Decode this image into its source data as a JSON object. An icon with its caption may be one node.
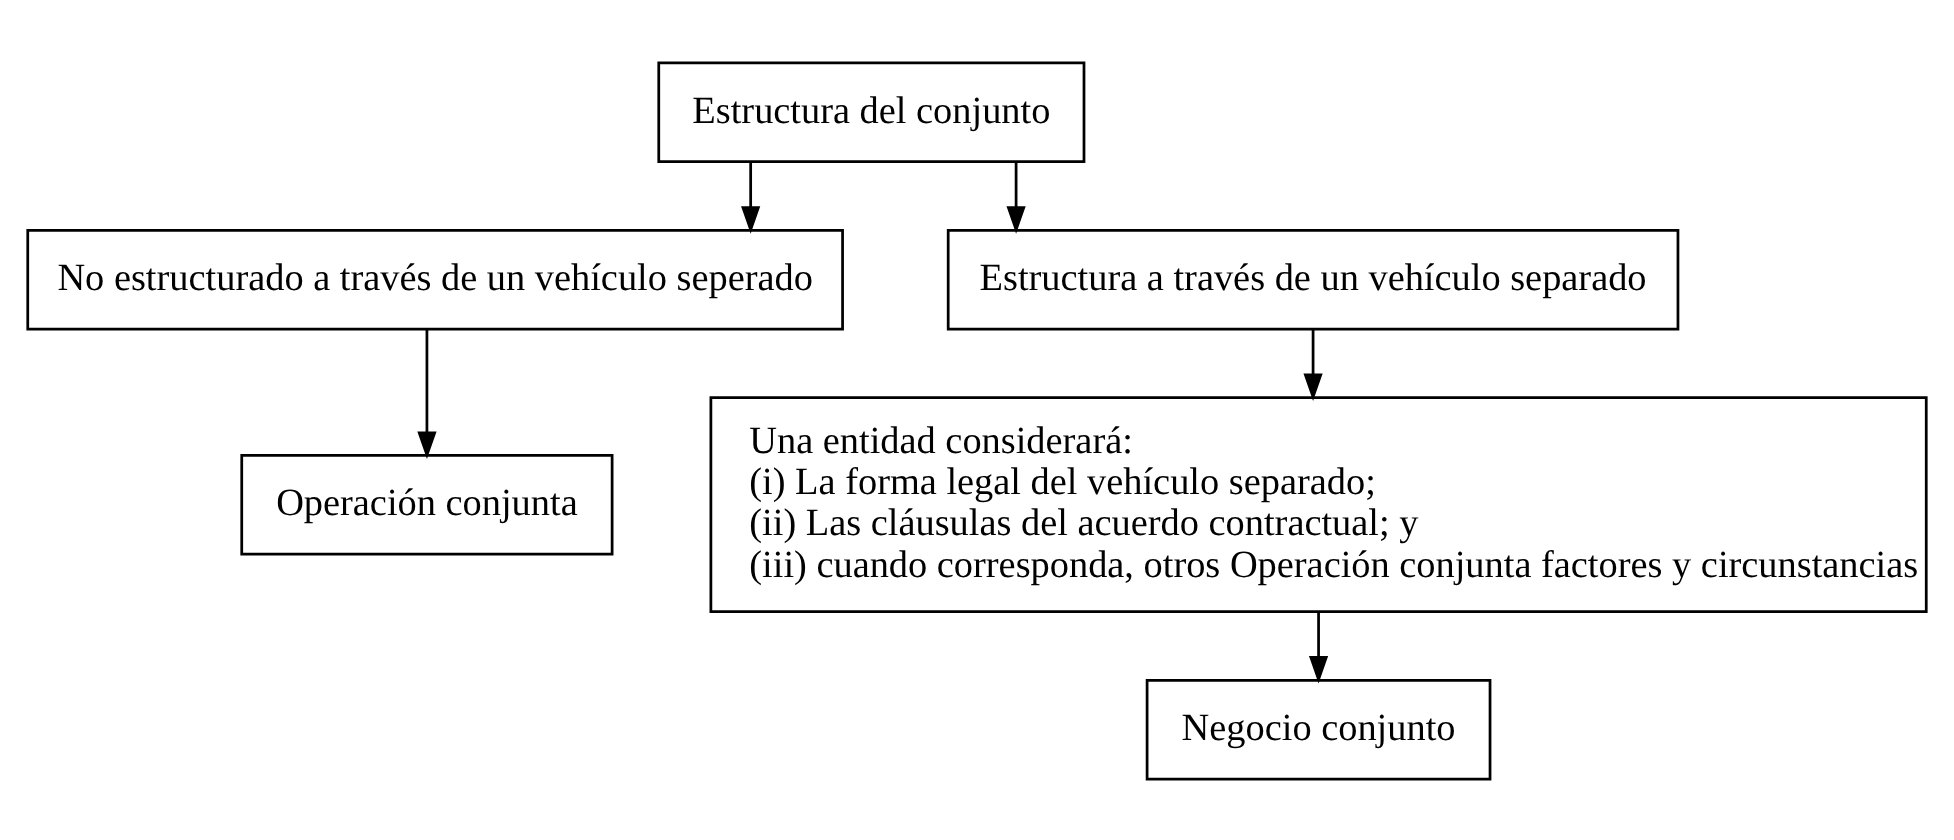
{
  "diagram": {
    "nodes": [
      {
        "text": [
          "Estructura del conjunto"
        ]
      },
      {
        "text": [
          "No estructurado a través de un vehículo seperado"
        ]
      },
      {
        "text": [
          "Estructura a través de un vehículo separado"
        ]
      },
      {
        "text": [
          "Operación conjunta"
        ]
      },
      {
        "text": [
          "Una entidad considerará:",
          "(i) La forma legal del vehículo separado;",
          "(ii) Las cláusulas del acuerdo contractual; y",
          "(iii) cuando corresponda, otros Operación conjunta factores y circunstancias"
        ]
      },
      {
        "text": [
          "Negocio conjunto"
        ]
      }
    ],
    "edges": [
      {
        "from": 0,
        "to": 1,
        "arrow": "to"
      },
      {
        "from": 0,
        "to": 2,
        "arrow": "to"
      },
      {
        "from": 1,
        "to": 3,
        "arrow": "to"
      },
      {
        "from": 2,
        "to": 4,
        "arrow": "to"
      },
      {
        "from": 4,
        "to": 5,
        "arrow": "to"
      }
    ]
  }
}
